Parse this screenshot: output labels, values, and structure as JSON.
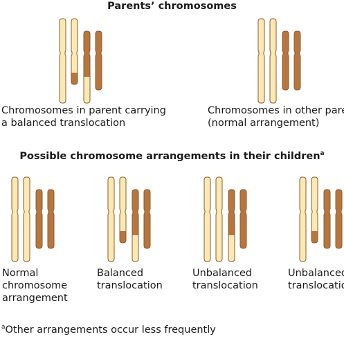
{
  "title_parents": "Parents’ chromosomes",
  "parent_carrier": {
    "line1": "Chromosomes in parent carrying",
    "line2": "a balanced translocation"
  },
  "parent_normal": {
    "line1": "Chromosomes in other parent",
    "line2": "(normal arrangement)"
  },
  "title_children": "Possible chromosome arrangements in their children",
  "title_children_sup": "a",
  "children": [
    {
      "line1": "Normal",
      "line2": "chromosome",
      "line3": "arrangement"
    },
    {
      "line1": "Balanced",
      "line2": "translocation"
    },
    {
      "line1": "Unbalanced",
      "line2": "translocation"
    },
    {
      "line1": "Unbalanced",
      "line2": "translocation"
    }
  ],
  "footnote_sup": "a",
  "footnote": "Other arrangements occur less frequently",
  "colors": {
    "light_chromosome": "#fbe9b4",
    "dark_chromosome": "#b8763f",
    "outline": "#8a5a2b"
  }
}
